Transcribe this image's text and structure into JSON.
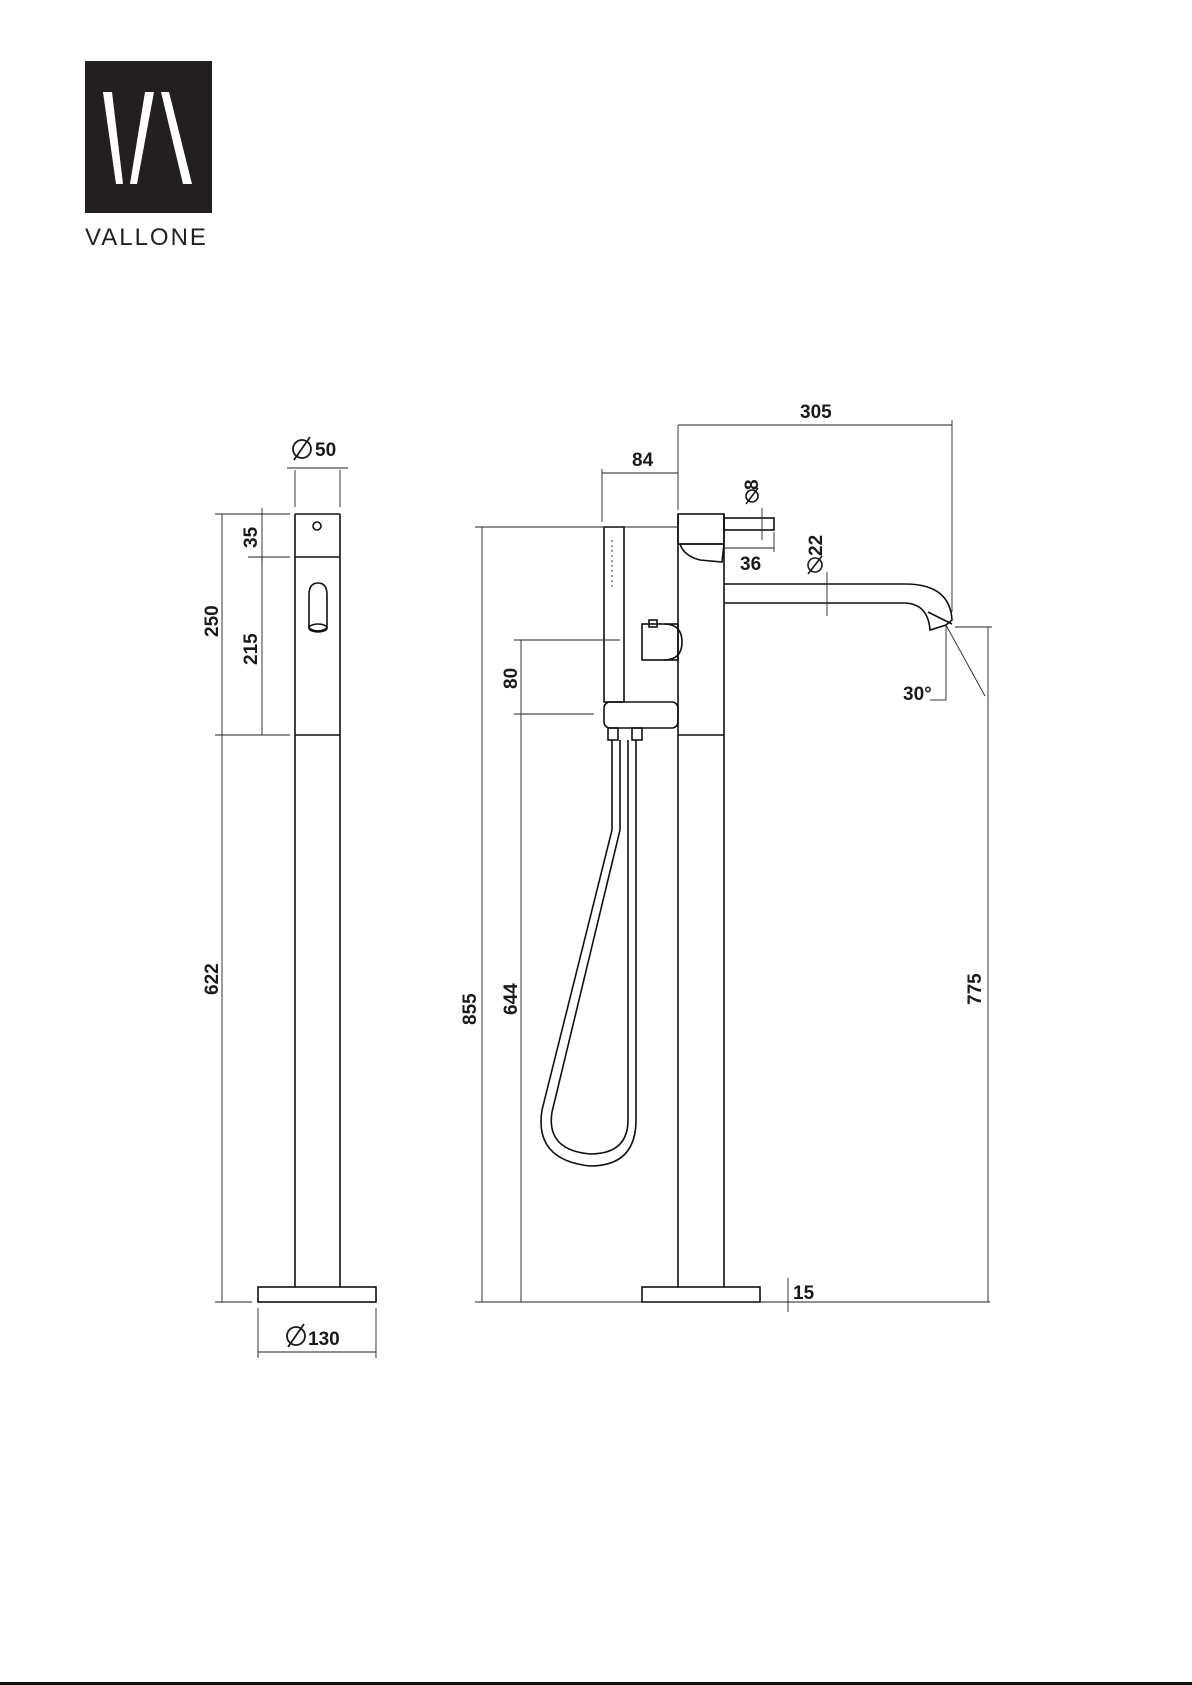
{
  "brand": {
    "name": "VALLONE",
    "accent": "#231f20"
  },
  "dimensions": {
    "top_diameter": "50",
    "cap_height": "35",
    "upper_height": "250",
    "handle_zone": "215",
    "lower_pipe": "622",
    "base_diameter": "130",
    "total_height": "855",
    "holder_height": "644",
    "holder_gap": "80",
    "handshower_offset": "84",
    "spout_reach": "305",
    "lever_diameter": "8",
    "lever_length": "36",
    "spout_diameter": "22",
    "spout_height": "775",
    "spout_angle": "30°",
    "base_height": "15"
  },
  "icons": {
    "diameter_symbol": "diameter-icon"
  }
}
